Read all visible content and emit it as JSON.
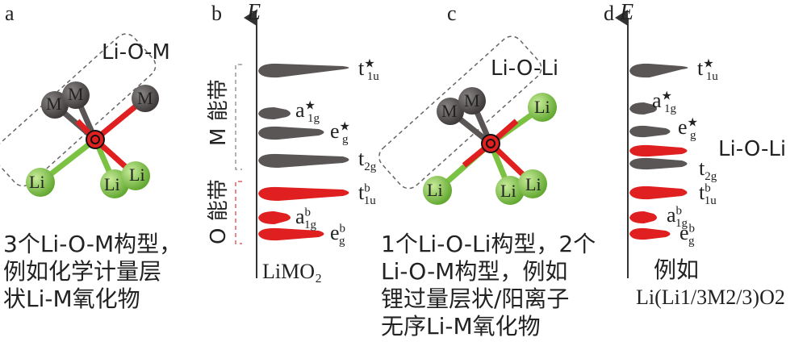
{
  "panels": {
    "a": {
      "letter": "a",
      "title": "Li-O-M",
      "caption": "3个Li-O-M构型，\n例如化学计量层\n状Li-M氧化物",
      "atoms": {
        "M1": "M",
        "M2": "M",
        "M3": "M",
        "Li1": "Li",
        "Li2": "Li",
        "Li3": "Li"
      }
    },
    "b": {
      "letter": "b",
      "axis_label": "E",
      "band_M": "M 能带",
      "band_O": "O 能带",
      "compound": "LiMO₂",
      "levels": [
        {
          "base": "t",
          "sub": "1u",
          "sup": "★",
          "color": "#5a5656"
        },
        {
          "base": "a",
          "sub": "1g",
          "sup": "★",
          "color": "#5a5656"
        },
        {
          "base": "e",
          "sub": "g",
          "sup": "★",
          "color": "#5a5656"
        },
        {
          "base": "t",
          "sub": "2g",
          "sup": "",
          "color": "#5a5656"
        },
        {
          "base": "t",
          "sub": "1u",
          "sup": "b",
          "color": "#e02020"
        },
        {
          "base": "a",
          "sub": "1g",
          "sup": "b",
          "color": "#e02020"
        },
        {
          "base": "e",
          "sub": "g",
          "sup": "b",
          "color": "#e02020"
        }
      ]
    },
    "c": {
      "letter": "c",
      "title": "Li-O-Li",
      "caption": "1个Li-O-Li构型，2个\nLi-O-M构型，例如\n锂过量层状/阳离子\n无序Li-M氧化物",
      "atoms": {
        "M1": "M",
        "M2": "M",
        "Li0": "Li",
        "Li1": "Li",
        "Li2": "Li",
        "Li3": "Li"
      }
    },
    "d": {
      "letter": "d",
      "axis_label": "E",
      "side_label": "Li-O-Li",
      "example_label": "例如",
      "compound": "Li(Li1/3M2/3)O2",
      "levels": [
        {
          "base": "t",
          "sub": "1u",
          "sup": "★",
          "color": "#5a5656"
        },
        {
          "base": "a",
          "sub": "1g",
          "sup": "★",
          "color": "#5a5656"
        },
        {
          "base": "e",
          "sub": "g",
          "sup": "★",
          "color": "#5a5656"
        },
        {
          "base": "",
          "sub": "",
          "sup": "",
          "color": "#e02020"
        },
        {
          "base": "t",
          "sub": "2g",
          "sup": "",
          "color": "#5a5656"
        },
        {
          "base": "t",
          "sub": "1u",
          "sup": "b",
          "color": "#e02020"
        },
        {
          "base": "a",
          "sub": "1g",
          "sup": "b",
          "color": "#e02020"
        },
        {
          "base": "e",
          "sub": "g",
          "sup": "b",
          "color": "#e02020"
        }
      ]
    }
  },
  "colors": {
    "metal": "#5a5656",
    "oxygen_band": "#e02020",
    "lithium": "#7cc242",
    "bond_red": "#e02020"
  }
}
